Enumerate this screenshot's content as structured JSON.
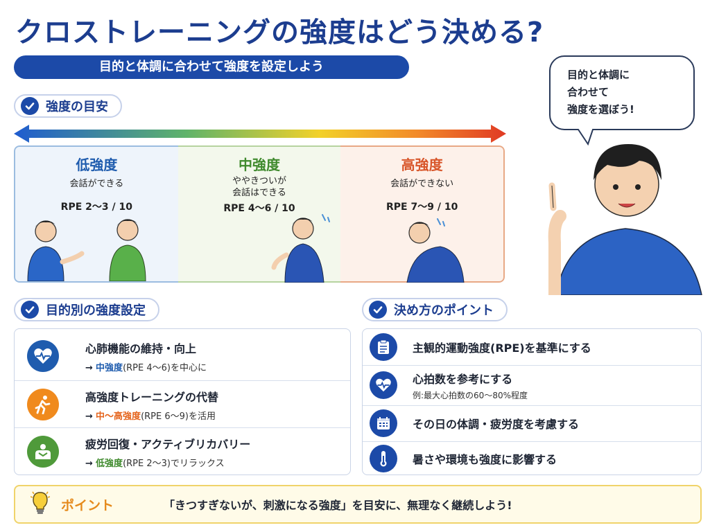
{
  "title": "クロストレーニングの強度はどう決める?",
  "subtitle": "目的と体調に合わせて強度を設定しよう",
  "bubble": {
    "line1": "目的と体調に",
    "line2": "合わせて",
    "line3": "強度を選ぼう!"
  },
  "guide": {
    "heading": "強度の目安",
    "levels": [
      {
        "name": "低強度",
        "desc1": "会話ができる",
        "desc2": "",
        "rpe": "RPE 2〜3 / 10"
      },
      {
        "name": "中強度",
        "desc1": "ややきついが",
        "desc2": "会話はできる",
        "rpe": "RPE 4〜6 / 10"
      },
      {
        "name": "高強度",
        "desc1": "会話ができない",
        "desc2": "",
        "rpe": "RPE 7〜9 / 10"
      }
    ]
  },
  "purpose": {
    "heading": "目的別の強度設定",
    "items": [
      {
        "title": "心肺機能の維持・向上",
        "arrow": "→",
        "em": "中強度",
        "rest": "(RPE 4〜6)を中心に",
        "icon": "heart-pulse-icon",
        "color": "#1f5cae",
        "em_color": "#1f5cae"
      },
      {
        "title": "高強度トレーニングの代替",
        "arrow": "→",
        "em": "中〜高強度",
        "rest": "(RPE 6〜9)を活用",
        "icon": "runner-icon",
        "color": "#f08a1d",
        "em_color": "#e5641c"
      },
      {
        "title": "疲労回復・アクティブリカバリー",
        "arrow": "→",
        "em": "低強度",
        "rest": "(RPE 2〜3)でリラックス",
        "icon": "relax-icon",
        "color": "#4f9a3a",
        "em_color": "#3f8a2d"
      }
    ]
  },
  "tips": {
    "heading": "決め方のポイント",
    "items": [
      {
        "title": "主観的運動強度(RPE)を基準にする",
        "sub": "",
        "icon": "clipboard-icon"
      },
      {
        "title": "心拍数を参考にする",
        "sub": "例:最大心拍数の60〜80%程度",
        "icon": "heart-pulse-icon"
      },
      {
        "title": "その日の体調・疲労度を考慮する",
        "sub": "",
        "icon": "calendar-icon"
      },
      {
        "title": "暑さや環境も強度に影響する",
        "sub": "",
        "icon": "thermometer-icon"
      }
    ]
  },
  "point": {
    "label": "ポイント",
    "message": "「きつすぎないが、刺激になる強度」を目安に、無理なく継続しよう!"
  },
  "colors": {
    "primary": "#1c4aa8",
    "low": "#1f5cae",
    "mid": "#3f8a2d",
    "high": "#d8562a",
    "accent": "#e58a1c"
  }
}
